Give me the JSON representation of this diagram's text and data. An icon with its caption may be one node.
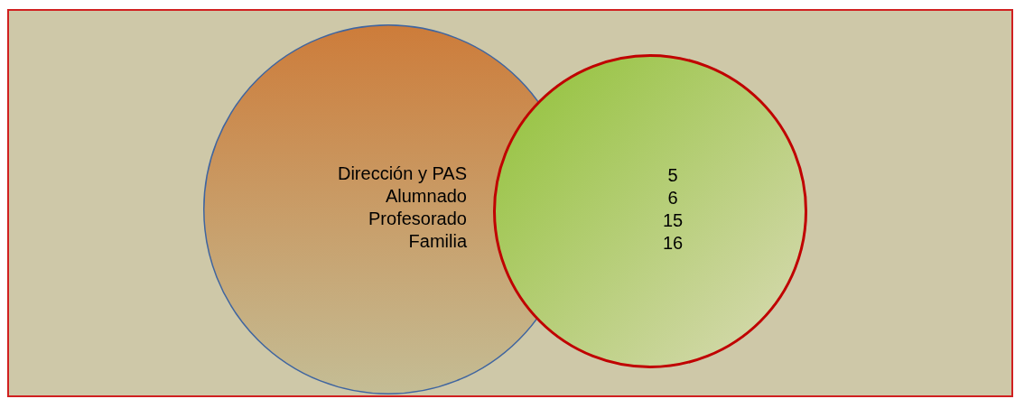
{
  "diagram": {
    "nodes": [
      {
        "text": [
          "Dirección y PAS",
          "Alumnado",
          "Profesorado",
          "Familia"
        ]
      },
      {
        "text": [
          "5",
          "6",
          "15",
          "16"
        ]
      }
    ]
  }
}
